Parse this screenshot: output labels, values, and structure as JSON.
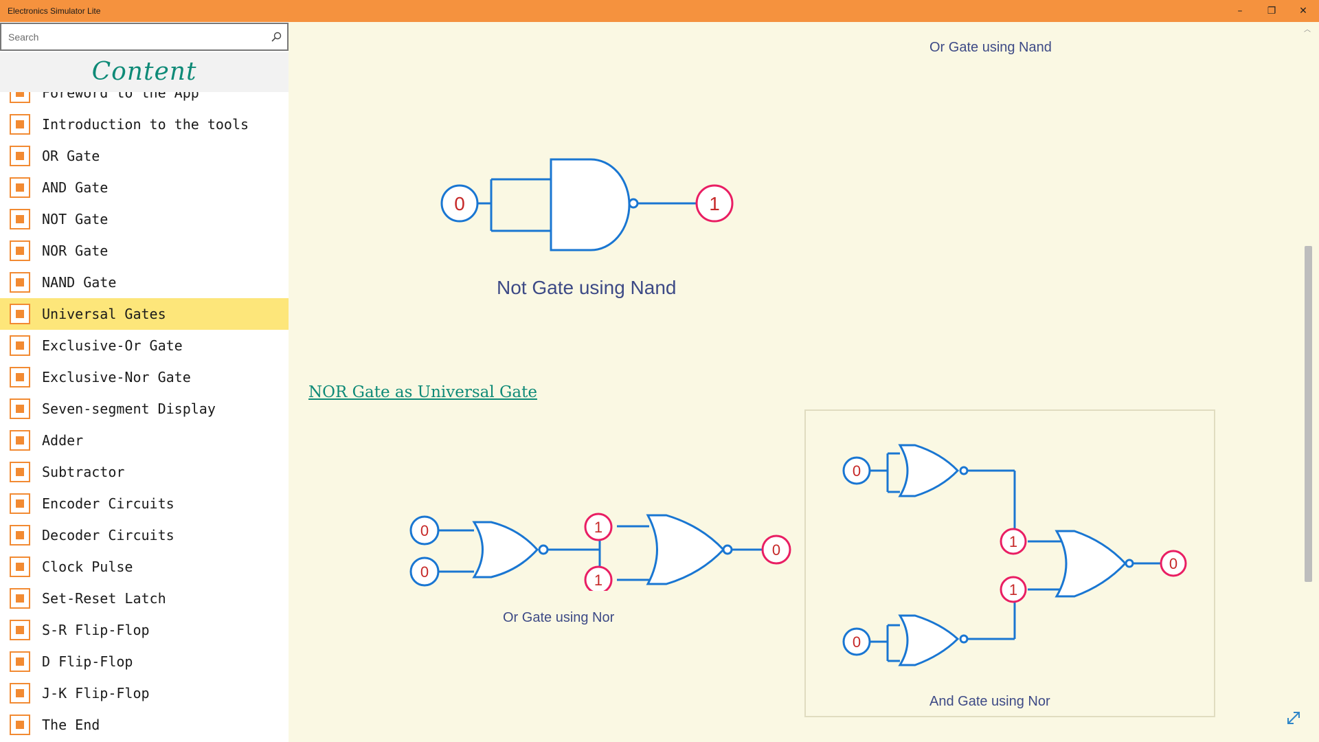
{
  "window": {
    "title": "Electronics Simulator Lite",
    "minimize": "–",
    "restore": "❐",
    "close": "✕"
  },
  "sidebar": {
    "search_placeholder": "Search",
    "heading": "Content",
    "items": [
      {
        "label": "Foreword to the App"
      },
      {
        "label": "Introduction to the tools"
      },
      {
        "label": "OR Gate"
      },
      {
        "label": "AND Gate"
      },
      {
        "label": "NOT Gate"
      },
      {
        "label": "NOR Gate"
      },
      {
        "label": "NAND Gate"
      },
      {
        "label": "Universal Gates",
        "selected": true
      },
      {
        "label": "Exclusive-Or Gate"
      },
      {
        "label": "Exclusive-Nor Gate"
      },
      {
        "label": "Seven-segment Display"
      },
      {
        "label": "Adder"
      },
      {
        "label": "Subtractor"
      },
      {
        "label": "Encoder Circuits"
      },
      {
        "label": "Decoder Circuits"
      },
      {
        "label": "Clock Pulse"
      },
      {
        "label": "Set-Reset Latch"
      },
      {
        "label": "S-R Flip-Flop"
      },
      {
        "label": "D Flip-Flop"
      },
      {
        "label": "J-K Flip-Flop"
      },
      {
        "label": "The End"
      }
    ]
  },
  "main": {
    "caption_or_nand": "Or Gate using Nand",
    "caption_not_nand": "Not Gate using Nand",
    "section_nor": "NOR Gate as Universal Gate",
    "caption_or_nor": "Or Gate using Nor",
    "caption_and_nor": "And Gate using Nor",
    "not_nand": {
      "input": "0",
      "output": "1"
    },
    "or_nor": {
      "in_a": "0",
      "in_b": "0",
      "mid_a": "1",
      "mid_b": "1",
      "output": "0"
    },
    "and_nor": {
      "in_a": "0",
      "in_b": "0",
      "mid_a": "1",
      "mid_b": "1",
      "output": "0"
    }
  },
  "colors": {
    "titlebar": "#f5923e",
    "accent": "#f28a32",
    "wire": "#1976d2",
    "zero": "#c62828",
    "one_ring": "#e91e63",
    "teal": "#0e8a77",
    "selected": "#fde67a"
  },
  "icons": {
    "search": "search-icon",
    "expand": "expand-icon"
  }
}
